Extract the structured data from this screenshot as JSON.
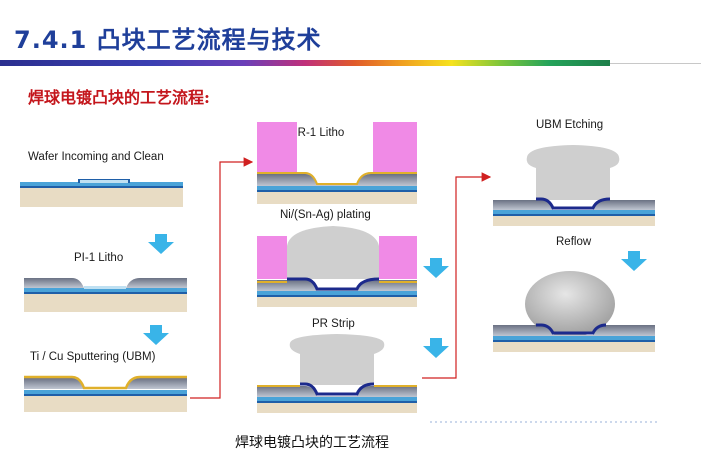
{
  "header": {
    "title": "7.4.1 凸块工艺流程与技术",
    "subtitle": "焊球电镀凸块的工艺流程:"
  },
  "steps": [
    {
      "label": "Wafer Incoming and Clean"
    },
    {
      "label": "PI-1 Litho"
    },
    {
      "label": "Ti / Cu Sputtering (UBM)"
    },
    {
      "label": "PR-1 Litho"
    },
    {
      "label": "Ni/(Sn-Ag) plating"
    },
    {
      "label": "PR Strip"
    },
    {
      "label": "UBM Etching"
    },
    {
      "label": "Reflow"
    }
  ],
  "caption": "焊球电镀凸块的工艺流程",
  "colors": {
    "title": "#1f3f9a",
    "subtitle": "#c4161c",
    "substrate": "#e8dcc4",
    "passivation": "#4aa3d8",
    "pi_layer": "#9fa7b8",
    "ubm_seed": "#e0b02a",
    "photoresist": "#f08ae6",
    "bump": "#c8c8c8",
    "ni_layer": "#1c2a8c",
    "down_arrow": "#39b4e8",
    "flow_line": "#d02020"
  }
}
